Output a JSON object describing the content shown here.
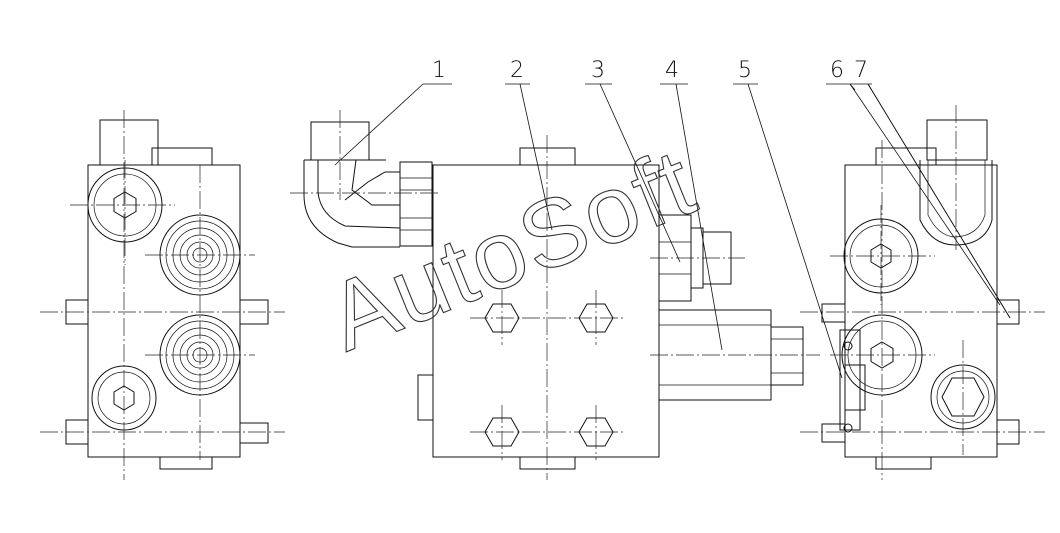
{
  "callouts": [
    {
      "label": "1"
    },
    {
      "label": "2"
    },
    {
      "label": "3"
    },
    {
      "label": "4"
    },
    {
      "label": "5"
    },
    {
      "label": "6"
    },
    {
      "label": "7"
    }
  ],
  "watermark": "AutoSoft"
}
